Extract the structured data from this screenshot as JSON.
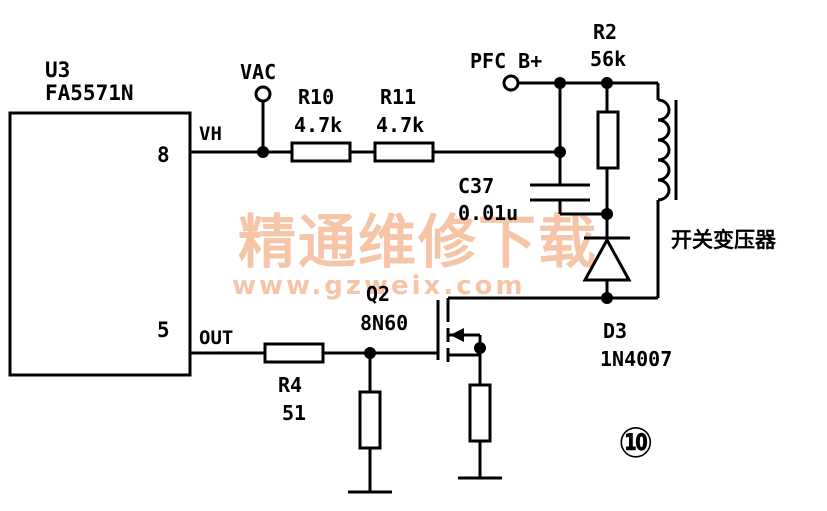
{
  "ic": {
    "ref": "U3",
    "part": "FA5571N",
    "pin_vh_num": "8",
    "pin_vh_name": "VH",
    "pin_out_num": "5",
    "pin_out_name": "OUT"
  },
  "vac_label": "VAC",
  "r10": {
    "ref": "R10",
    "value": "4.7k"
  },
  "r11": {
    "ref": "R11",
    "value": "4.7k"
  },
  "pfc_label": "PFC B+",
  "r2": {
    "ref": "R2",
    "value": "56k"
  },
  "c37": {
    "ref": "C37",
    "value": "0.01u"
  },
  "transformer_label": "开关变压器",
  "q2": {
    "ref": "Q2",
    "part": "8N60"
  },
  "d3": {
    "ref": "D3",
    "part": "1N4007"
  },
  "r4": {
    "ref": "R4",
    "value": "51"
  },
  "figure_number": "⑩",
  "watermark": {
    "title": "精通维修下载",
    "url": "www.gzweix.com"
  }
}
